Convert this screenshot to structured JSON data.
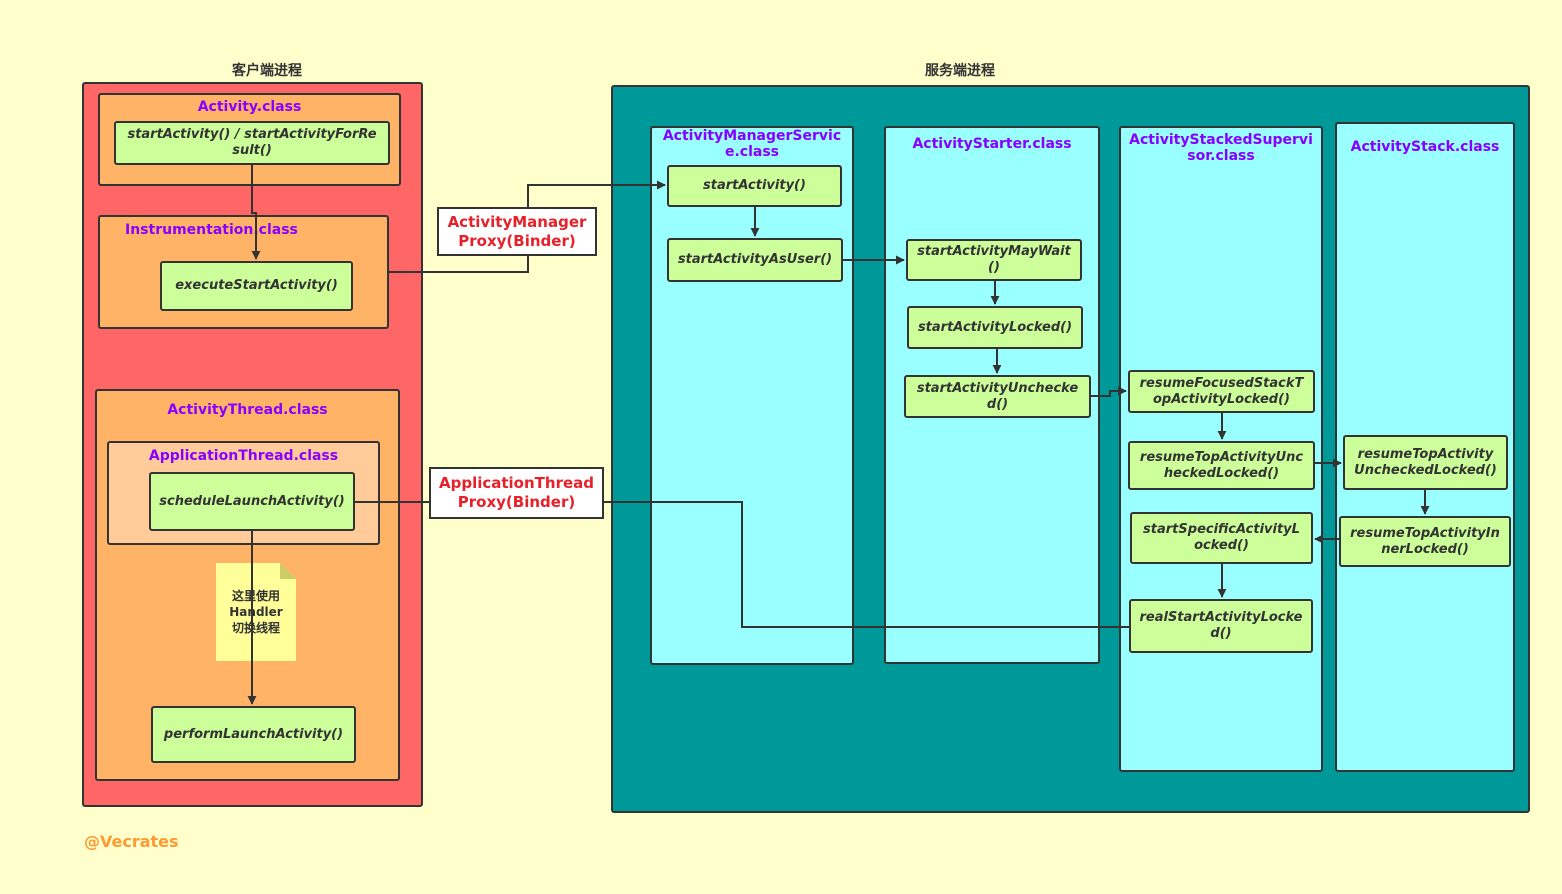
{
  "sections": {
    "client_title": "客户端进程",
    "server_title": "服务端进程"
  },
  "client": {
    "activity_class": {
      "label": "Activity.class",
      "method": "startActivity() / startActivityForResult()"
    },
    "instrumentation_class": {
      "label": "Instrumentation.class",
      "method": "executeStartActivity()"
    },
    "activity_thread_class": {
      "label": "ActivityThread.class",
      "application_thread_class": {
        "label": "ApplicationThread.class",
        "method": "scheduleLaunchActivity()"
      },
      "method": "performLaunchActivity()",
      "note": "这里使用\nHandler\n切换线程"
    }
  },
  "proxies": {
    "ams_proxy": "ActivityManager\nProxy(Binder)",
    "app_thread_proxy": "ApplicationThread\nProxy(Binder)"
  },
  "server": {
    "ams_class": {
      "label": "ActivityManagerService.class",
      "methods": [
        "startActivity()",
        "startActivityAsUser()"
      ]
    },
    "starter_class": {
      "label": "ActivityStarter.class",
      "methods": [
        "startActivityMayWait()",
        "startActivityLocked()",
        "startActivityUnchecked()"
      ]
    },
    "supervisor_class": {
      "label": "ActivityStackedSupervisor.class",
      "methods": [
        "resumeFocusedStackTopActivityLocked()",
        "resumeTopActivityUncheckedLocked()",
        "startSpecificActivityLocked()",
        "realStartActivityLocked()"
      ]
    },
    "stack_class": {
      "label": "ActivityStack.class",
      "methods": [
        "resumeTopActivityUncheckedLocked()",
        "resumeTopActivityInnerLocked()"
      ]
    }
  },
  "watermark": "@Vecrates",
  "colors": {
    "background": "#ffffcc",
    "client_process": "#ff6666",
    "server_process": "#009999",
    "class_box": "#ffb366",
    "inner_class_box": "#ffcc99",
    "server_class_box": "#99ffff",
    "method_box": "#ccff99",
    "class_label": "#8800ff",
    "proxy_label": "#e8202a",
    "note": "#ffff99",
    "watermark": "#ff9933"
  }
}
